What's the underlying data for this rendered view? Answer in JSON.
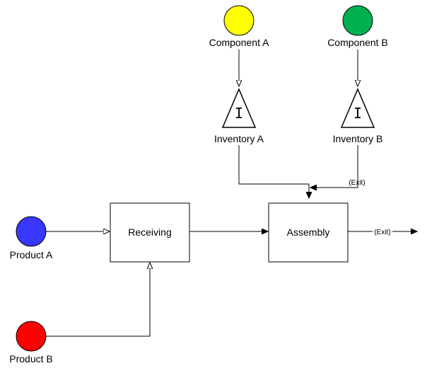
{
  "diagram": {
    "sources": {
      "product_a": {
        "label": "Product A",
        "color": "#3737ff"
      },
      "product_b": {
        "label": "Product B",
        "color": "#ff0000"
      },
      "component_a": {
        "label": "Component A",
        "color": "#ffff00"
      },
      "component_b": {
        "label": "Component B",
        "color": "#00b050"
      }
    },
    "inventories": {
      "inventory_a": {
        "label": "Inventory A",
        "symbol": "I"
      },
      "inventory_b": {
        "label": "Inventory B",
        "symbol": "I"
      }
    },
    "processes": {
      "receiving": {
        "label": "Receiving"
      },
      "assembly": {
        "label": "Assembly"
      }
    },
    "exits": {
      "inventory_b_exit": "(Exit)",
      "assembly_exit": "(Exit)"
    }
  }
}
